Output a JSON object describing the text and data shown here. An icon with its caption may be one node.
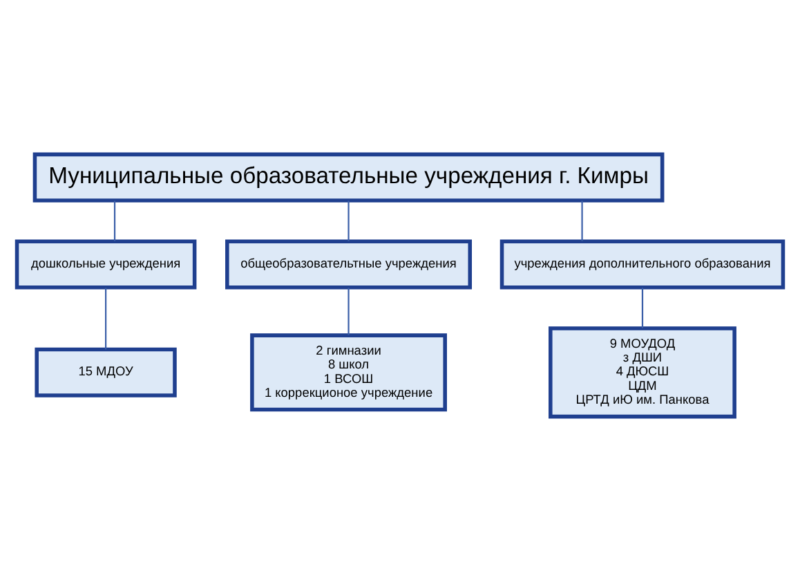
{
  "diagram": {
    "nodes": [
      {
        "text": [
          "Муниципальные образовательные учреждения г. Кимры"
        ]
      },
      {
        "text": [
          "дошкольные учреждения"
        ]
      },
      {
        "text": [
          "общеобразовательтные учреждения"
        ]
      },
      {
        "text": [
          "учреждения дополнительного образования"
        ]
      },
      {
        "text": [
          "15 МДОУ"
        ]
      },
      {
        "text": [
          "2 гимназии",
          "8 школ",
          "1 ВСОШ",
          "1 коррекционое учреждение"
        ]
      },
      {
        "text": [
          "9 МОУДОД",
          "з ДШИ",
          "4 ДЮСШ",
          "ЦДМ",
          "ЦРТД иЮ им. Панкова"
        ]
      }
    ],
    "edges": [
      {
        "from": 0,
        "to": 1,
        "arrow": "none"
      },
      {
        "from": 0,
        "to": 2,
        "arrow": "none"
      },
      {
        "from": 0,
        "to": 3,
        "arrow": "none"
      },
      {
        "from": 1,
        "to": 4,
        "arrow": "none"
      },
      {
        "from": 2,
        "to": 5,
        "arrow": "none"
      },
      {
        "from": 3,
        "to": 6,
        "arrow": "none"
      }
    ]
  }
}
